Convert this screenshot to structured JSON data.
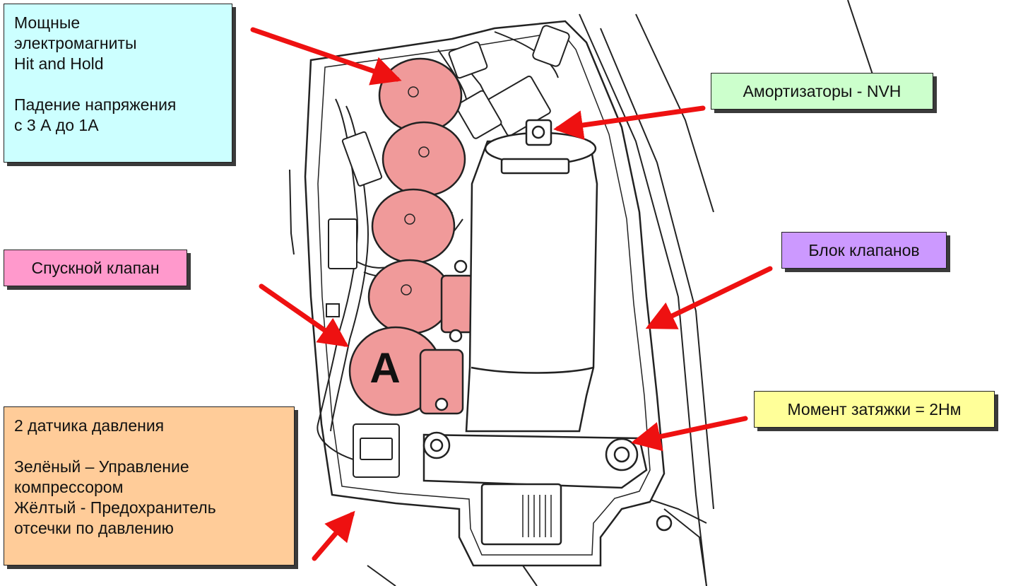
{
  "labels": {
    "solenoids": {
      "lines": [
        "Мощные",
        "электромагниты",
        "Hit and Hold"
      ],
      "lines2": [
        "Падение напряжения",
        "с 3 А до 1А"
      ]
    },
    "dampers": "Амортизаторы  - NVH",
    "valve_block": "Блок клапанов",
    "exhaust_valve": "Спускной клапан",
    "torque": "Момент затяжки = 2Нм",
    "sensors": {
      "line1": "2 датчика давления",
      "lines2": [
        "Зелёный – Управление",
        "компрессором",
        "Жёлтый -  Предохранитель",
        "отсечки по давлению"
      ]
    }
  },
  "marker": "A",
  "colors": {
    "solenoids_bg": "#ccffff",
    "dampers_bg": "#ccffcc",
    "valve_block_bg": "#cc99ff",
    "exhaust_valve_bg": "#ff99cc",
    "torque_bg": "#ffff99",
    "sensors_bg": "#ffcc99",
    "solenoid_fill": "#f09a9a",
    "arrow": "#ee1111"
  }
}
